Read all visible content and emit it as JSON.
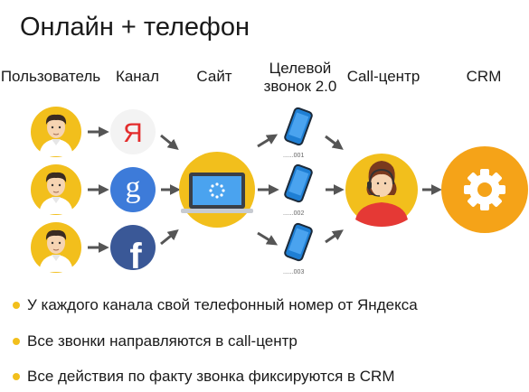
{
  "title": "Онлайн + телефон",
  "columns": {
    "user": "Пользователь",
    "channel": "Канал",
    "site": "Сайт",
    "target_call_l1": "Целевой",
    "target_call_l2": "звонок 2.0",
    "call_center": "Call-центр",
    "crm": "CRM"
  },
  "channels": [
    {
      "name": "yandex",
      "glyph": "Я"
    },
    {
      "name": "google",
      "glyph": "g"
    },
    {
      "name": "facebook",
      "glyph": "f"
    }
  ],
  "phones": [
    {
      "number": "......001"
    },
    {
      "number": "......002"
    },
    {
      "number": "......003"
    }
  ],
  "bullets": [
    "У каждого канала свой телефонный номер от Яндекса",
    "Все звонки направляются в call-центр",
    "Все действия по факту звонка фиксируются в CRM"
  ],
  "colors": {
    "accent_yellow": "#f2bf1c",
    "crm_orange": "#f5a318",
    "yandex_red": "#e32d2d",
    "google_blue": "#3d7bd9",
    "facebook_navy": "#3a5897",
    "phone_blue": "#1f7fd4",
    "arrow_gray": "#555555"
  }
}
